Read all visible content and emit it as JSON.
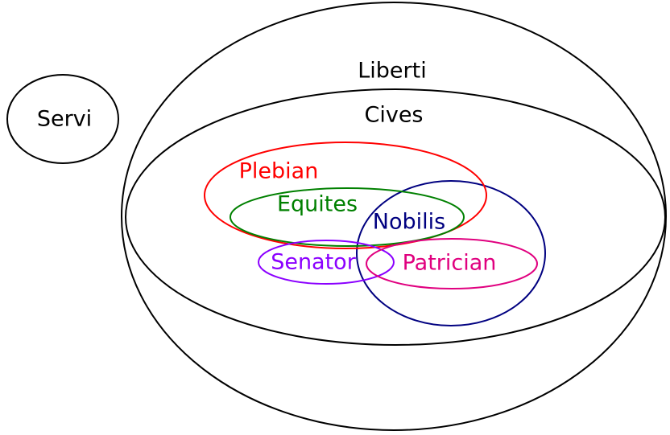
{
  "diagram": {
    "sets": {
      "servi": {
        "label": "Servi",
        "color": "#000000"
      },
      "liberti": {
        "label": "Liberti",
        "color": "#000000"
      },
      "cives": {
        "label": "Cives",
        "color": "#000000"
      },
      "plebian": {
        "label": "Plebian",
        "color": "#ff0000"
      },
      "equites": {
        "label": "Equites",
        "color": "#008000"
      },
      "nobilis": {
        "label": "Nobilis",
        "color": "#000080"
      },
      "senator": {
        "label": "Senator",
        "color": "#8b00ff"
      },
      "patrician": {
        "label": "Patrician",
        "color": "#e0007f"
      }
    }
  }
}
